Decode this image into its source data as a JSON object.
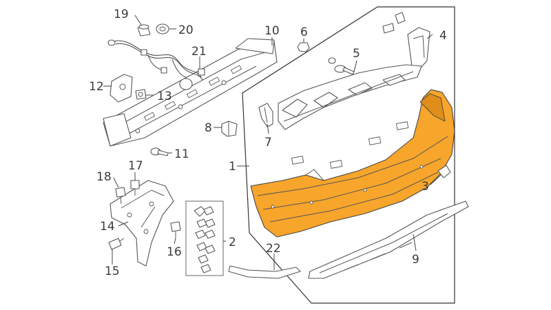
{
  "diagram": {
    "highlight_color": "#f7a52b",
    "line_color": "#555555",
    "callouts": {
      "c1": "1",
      "c2": "2",
      "c3": "3",
      "c4": "4",
      "c5": "5",
      "c6": "6",
      "c7": "7",
      "c8": "8",
      "c9": "9",
      "c10": "10",
      "c11": "11",
      "c12": "12",
      "c13": "13",
      "c14": "14",
      "c15": "15",
      "c16": "16",
      "c17": "17",
      "c18": "18",
      "c19": "19",
      "c20": "20",
      "c21": "21",
      "c22": "22"
    }
  }
}
